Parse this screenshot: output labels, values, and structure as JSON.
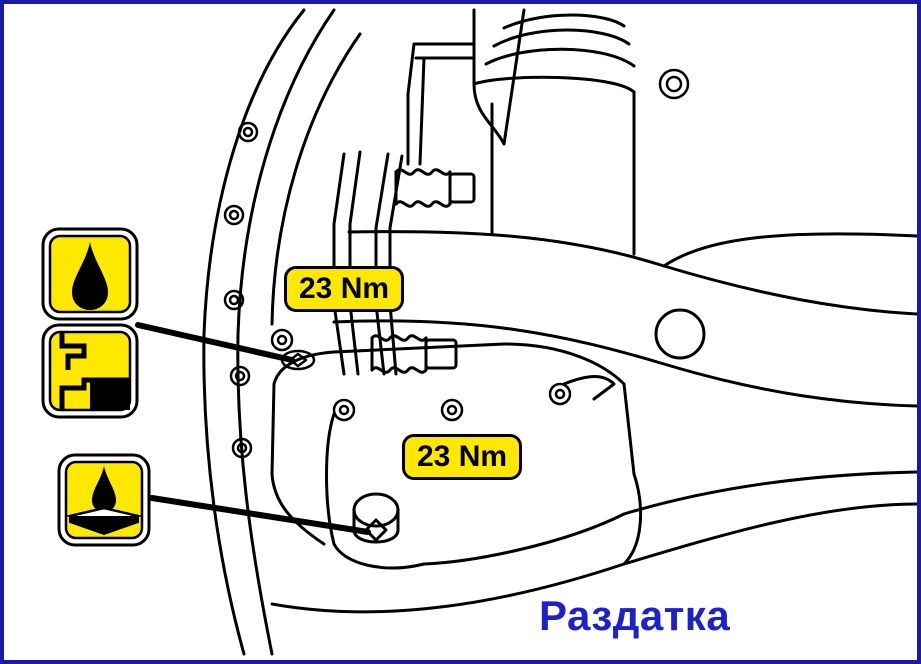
{
  "labels": {
    "upper_torque": "23 Nm",
    "lower_torque": "23 Nm",
    "caption": "Раздатка"
  },
  "icons": {
    "fill_plug": "oil-drop-icon",
    "fill_level": "oil-level-icon",
    "drain_plug": "oil-drain-icon"
  },
  "colors": {
    "frame": "#1a1aa8",
    "label_fill": "#ffe800",
    "caption": "#1f21c8",
    "line": "#000000"
  }
}
